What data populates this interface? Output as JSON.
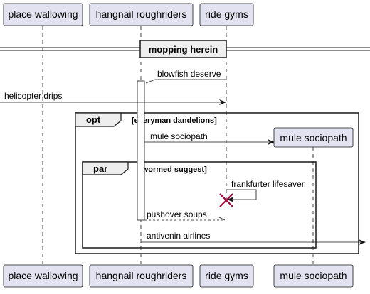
{
  "participants": [
    {
      "id": "place_wallowing",
      "label": "place wallowing"
    },
    {
      "id": "hangnail_roughriders",
      "label": "hangnail roughriders"
    },
    {
      "id": "ride_gyms",
      "label": "ride gyms"
    },
    {
      "id": "mule_sociopath",
      "label": "mule sociopath"
    }
  ],
  "divider": {
    "label": "mopping herein"
  },
  "messages": {
    "blowfish_deserve": "blowfish deserve",
    "helicopter_drips": "helicopter drips",
    "mule_sociopath": "mule sociopath",
    "frankfurter_lifesaver": "frankfurter lifesaver",
    "pushover_soups": "pushover soups",
    "antivenin_airlines": "antivenin airlines"
  },
  "fragments": {
    "opt": {
      "keyword": "opt",
      "guard": "[everyman dandelions]"
    },
    "par": {
      "keyword": "par",
      "guard": "[wormed suggest]"
    }
  },
  "colors": {
    "participant_fill": "#e2e2f0",
    "participant_border": "#181818",
    "lifeline": "#181818",
    "arrow": "#181818",
    "destroy_mark": "#a80036",
    "background": "#ffffff"
  }
}
